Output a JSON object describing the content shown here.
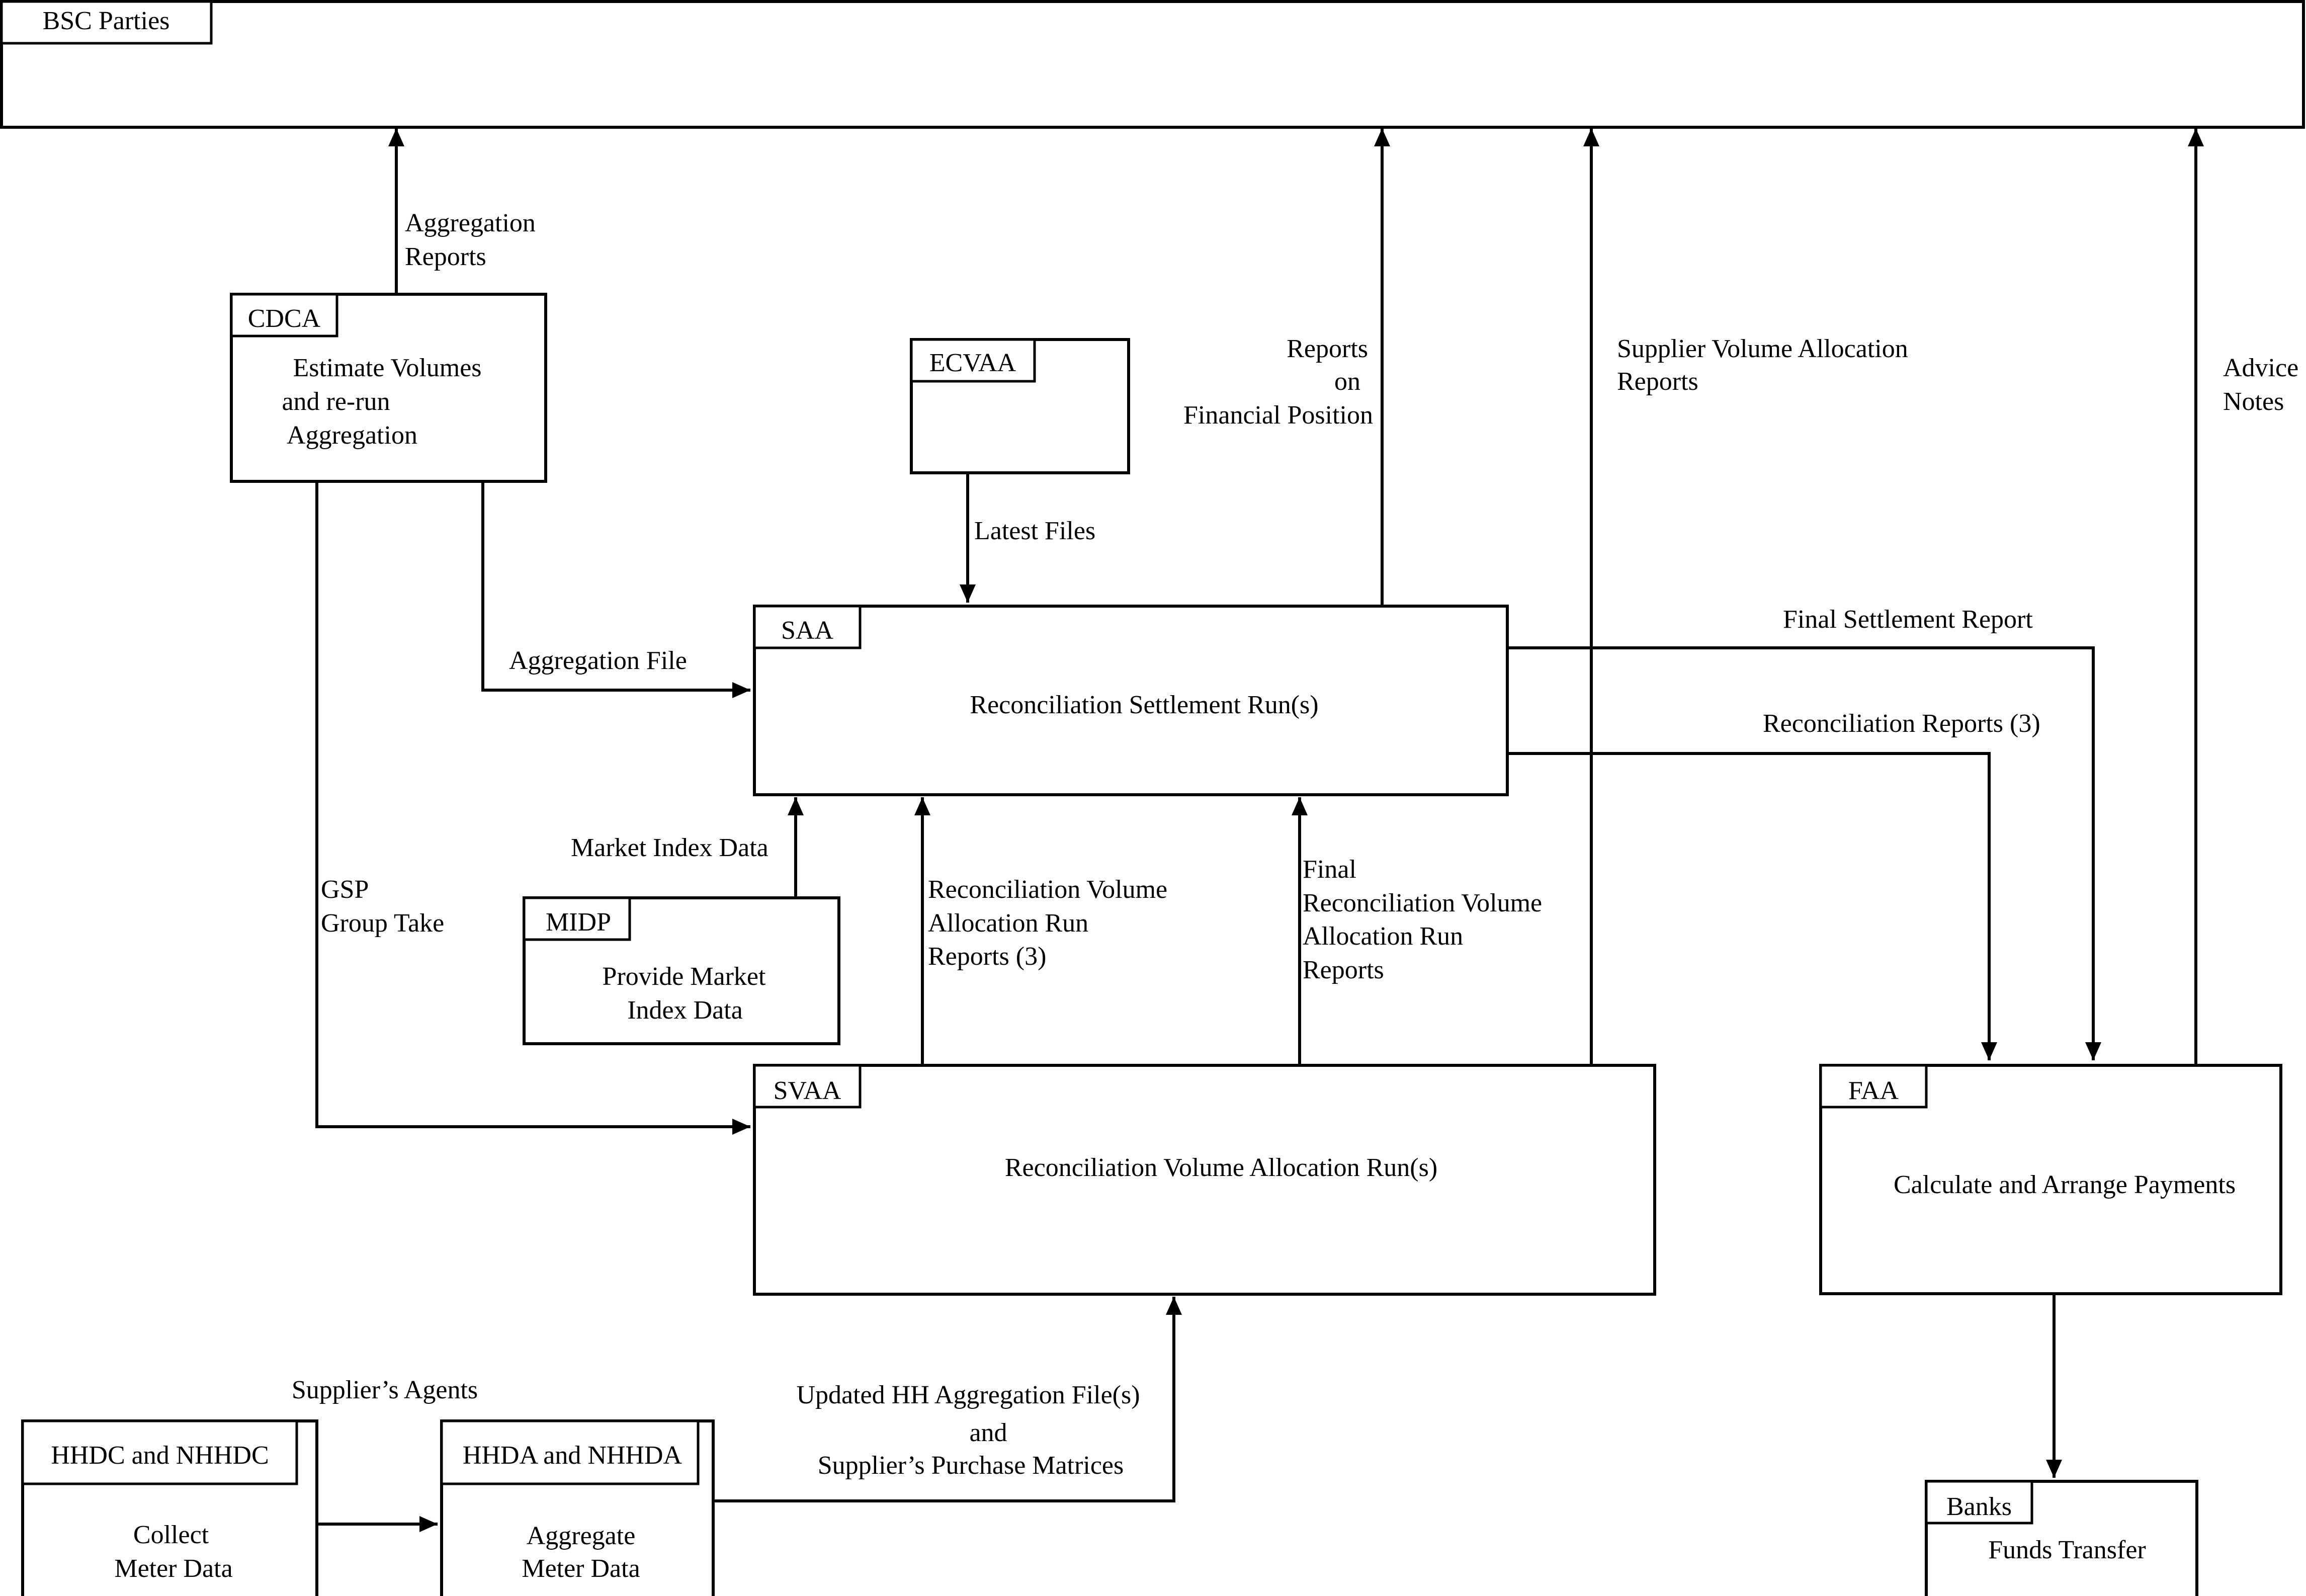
{
  "boxes": {
    "bsc": {
      "title": "BSC Parties",
      "body": []
    },
    "cdca": {
      "title": "CDCA",
      "body": [
        "Estimate Volumes",
        "and re-run",
        "Aggregation"
      ]
    },
    "ecvaa": {
      "title": "ECVAA",
      "body": []
    },
    "saa": {
      "title": "SAA",
      "body": [
        "Reconciliation Settlement Run(s)"
      ]
    },
    "midp": {
      "title": "MIDP",
      "body": [
        "Provide Market",
        "Index Data"
      ]
    },
    "svaa": {
      "title": "SVAA",
      "body": [
        "Reconciliation Volume Allocation Run(s)"
      ]
    },
    "faa": {
      "title": "FAA",
      "body": [
        "Calculate and Arrange Payments"
      ]
    },
    "hhdc": {
      "title": "HHDC and NHHDC",
      "body": [
        "Collect",
        "Meter Data"
      ]
    },
    "hhda": {
      "title": "HHDA and NHHDA",
      "body": [
        "Aggregate",
        "Meter Data"
      ]
    },
    "banks": {
      "title": "Banks",
      "body": [
        "Funds Transfer"
      ]
    }
  },
  "flows": {
    "aggregation_reports": [
      "Aggregation",
      "Reports"
    ],
    "reports_financial": [
      "Reports",
      "on",
      "Financial Position"
    ],
    "supplier_volume_reports": [
      "Supplier Volume Allocation",
      "Reports"
    ],
    "advice_notes": [
      "Advice",
      "Notes"
    ],
    "latest_files": [
      "Latest Files"
    ],
    "aggregation_file": [
      "Aggregation File"
    ],
    "final_settlement_report": [
      "Final Settlement Report"
    ],
    "reconciliation_reports": [
      "Reconciliation Reports (3)"
    ],
    "market_index_data": [
      "Market Index Data"
    ],
    "gsp_group_take": [
      "GSP",
      "Group Take"
    ],
    "recon_volume_reports": [
      "Reconciliation Volume",
      "Allocation Run",
      "Reports (3)"
    ],
    "final_recon_reports": [
      "Final",
      "Reconciliation Volume",
      "Allocation Run",
      "Reports"
    ],
    "updated_hh": [
      "Updated HH Aggregation File(s)",
      "and",
      "Supplier’s Purchase Matrices"
    ],
    "suppliers_agents": [
      "Supplier’s Agents"
    ]
  }
}
